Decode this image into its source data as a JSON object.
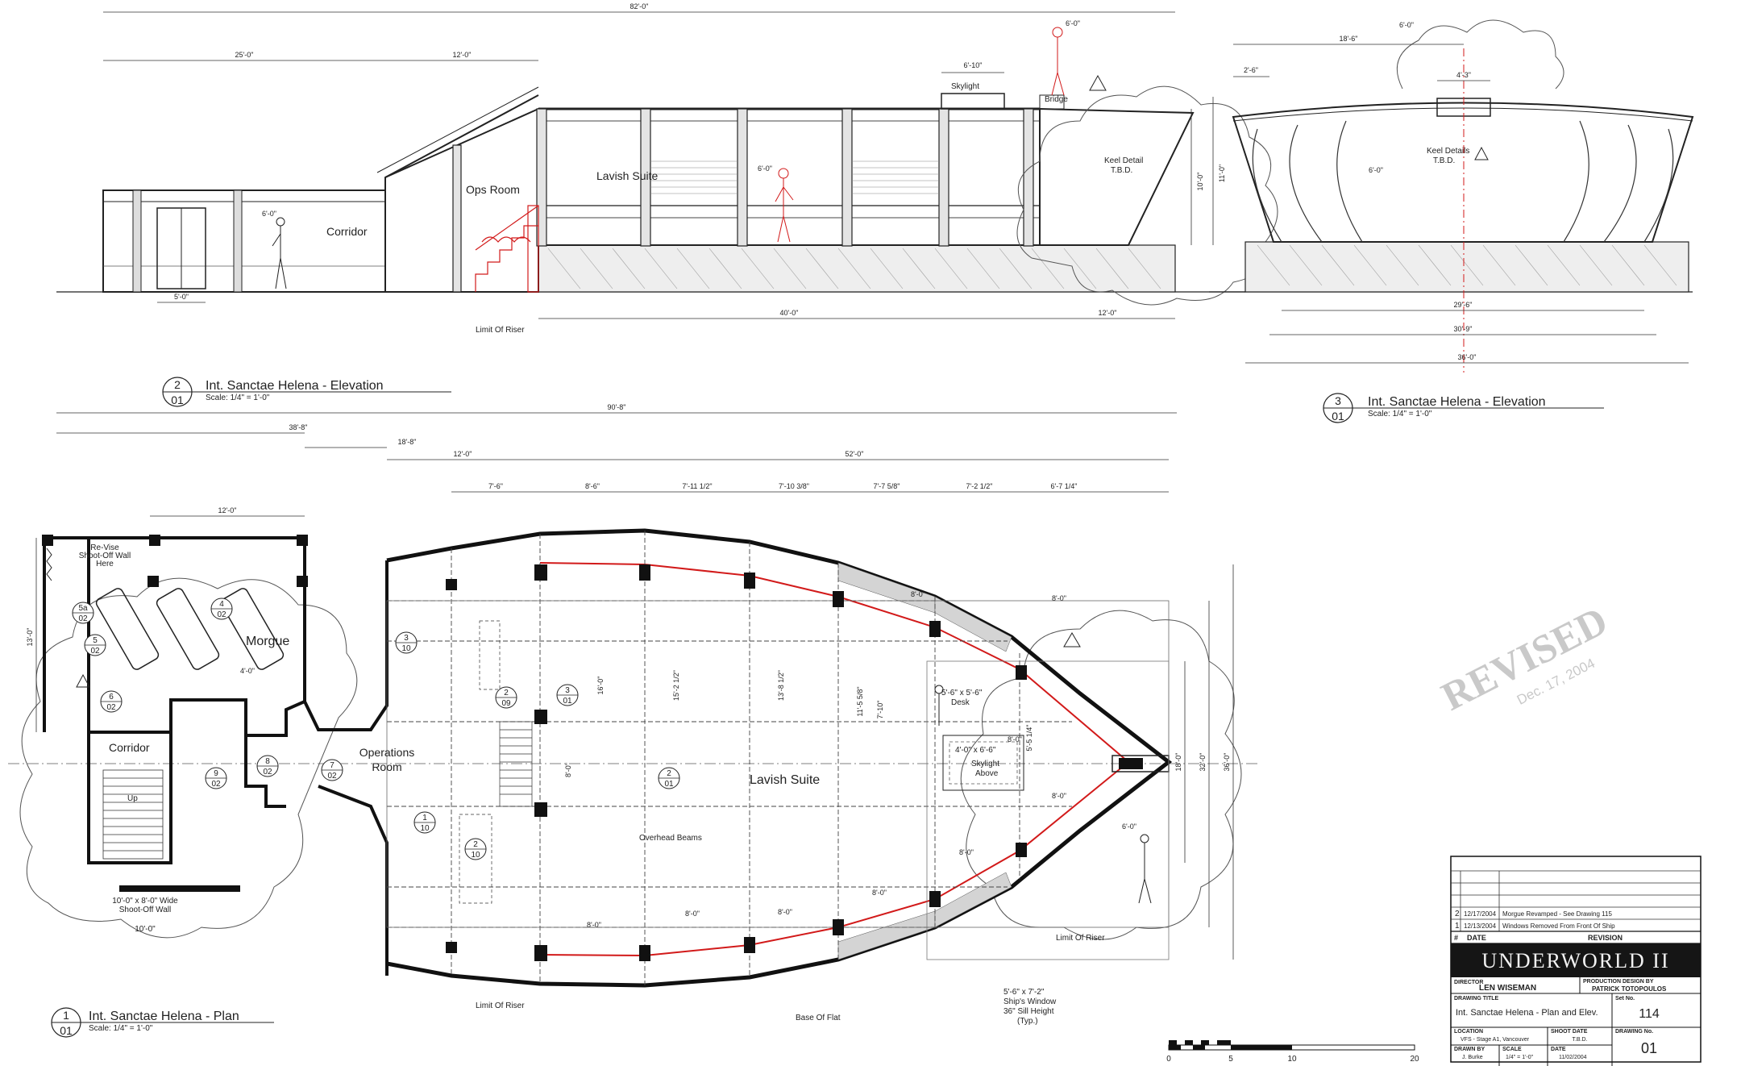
{
  "elevation_main": {
    "view_number": "2",
    "sheet_ref": "01",
    "title": "Int. Sanctae Helena - Elevation",
    "scale": "Scale: 1/4\" = 1'-0\"",
    "labels": {
      "lavish_suite": "Lavish Suite",
      "ops_room": "Ops Room",
      "corridor": "Corridor",
      "keel_detail": "Keel Detail",
      "tbd": "T.B.D.",
      "skylight": "Skylight",
      "bridge": "Bridge",
      "limit_of_riser": "Limit Of Riser"
    },
    "dims": {
      "overall": "82'-0\"",
      "left_span": "25'-0\"",
      "mid_span": "12'-0\"",
      "skylight_w": "6'-10\"",
      "door_w": "5'-0\"",
      "bottom_span": "40'-0\"",
      "right_bottom": "12'-0\"",
      "height_a": "10'-0\"",
      "height_b": "11'-0\"",
      "figure_a": "6'-0\"",
      "figure_b": "6'-0\"",
      "figure_c": "6'-0\""
    }
  },
  "elevation_side": {
    "view_number": "3",
    "sheet_ref": "01",
    "title": "Int. Sanctae Helena - Elevation",
    "scale": "Scale: 1/4\" = 1'-0\"",
    "labels": {
      "keel_details": "Keel Details",
      "tbd": "T.B.D."
    },
    "dims": {
      "top": "18'-6\"",
      "left": "2'-6\"",
      "skylight": "4'-3\"",
      "figure": "6'-0\"",
      "base_a": "29'-6\"",
      "base_b": "30'-9\"",
      "base_c": "36'-0\"",
      "fig_b": "6'-0\""
    }
  },
  "plan": {
    "view_number": "1",
    "sheet_ref": "01",
    "title": "Int. Sanctae Helena - Plan",
    "scale": "Scale: 1/4\" = 1'-0\"",
    "labels": {
      "morgue": "Morgue",
      "corridor": "Corridor",
      "operations": "Operations",
      "room": "Room",
      "lavish_suite": "Lavish Suite",
      "revision_wall_1": "Re-Vise",
      "revision_wall_2": "Shoot-Off Wall",
      "revision_wall_3": "Here",
      "shoot_off_1": "10'-0\" x 8'-0\" Wide",
      "shoot_off_2": "Shoot-Off Wall",
      "shoot_off_dim": "10'-0\"",
      "up": "Up",
      "overhead_beams": "Overhead Beams",
      "limit_of_riser_a": "Limit Of Riser",
      "limit_of_riser_b": "Limit Of Riser",
      "base_of_flat": "Base Of Flat",
      "window_1": "5'-6\" x 7'-2\"",
      "window_2": "Ship's Window",
      "window_3": "36\" Sill Height",
      "window_4": "(Typ.)",
      "skylight_1": "4'-0\" x 6'-6\"",
      "skylight_2": "Skylight",
      "skylight_3": "Above",
      "desk_1": "5'-6\" x 5'-6\"",
      "desk_2": "Desk"
    },
    "dims": {
      "overall": "90'-8\"",
      "a": "38'-8\"",
      "b": "18'-8\"",
      "c": "12'-0\"",
      "d": "52'-0\"",
      "morgue_w": "12'-0\"",
      "left_h": "13'-0\"",
      "right_h_a": "18'-0\"",
      "right_h_b": "32'-0\"",
      "right_h_c": "36'-0\"",
      "bow_w": "8'-0\"",
      "bay_1": "7'-6\"",
      "bay_2": "8'-6\"",
      "bay_3": "7'-11 1/2\"",
      "bay_4": "7'-10 3/8\"",
      "bay_5": "7'-7 5/8\"",
      "bay_6": "7'-2 1/2\"",
      "bay_7": "6'-7 1/4\"",
      "v1": "16'-0\"",
      "v2": "15'-2 1/2\"",
      "v3": "13'-8 1/2\"",
      "v4": "11'-5 5/8\"",
      "v5": "7'-10\"",
      "v6": "5'-5 1/4\"",
      "stair": "8'-0\"",
      "diag_a": "8'-0\"",
      "diag_b": "8'-0\"",
      "diag_c": "8'-0\"",
      "diag_d": "8'-0\"",
      "diag_e": "8'-0\"",
      "diag_f": "8'-0\"",
      "diag_g": "8'-0\"",
      "diag_h": "8'-0\"",
      "wall_a": "4'-0\"",
      "fig": "6'-0\""
    },
    "callouts": [
      {
        "top": "5a",
        "bottom": "02"
      },
      {
        "top": "4",
        "bottom": "02"
      },
      {
        "top": "5",
        "bottom": "02"
      },
      {
        "top": "6",
        "bottom": "02"
      },
      {
        "top": "9",
        "bottom": "02"
      },
      {
        "top": "8",
        "bottom": "02"
      },
      {
        "top": "7",
        "bottom": "02"
      },
      {
        "top": "3",
        "bottom": "10"
      },
      {
        "top": "2",
        "bottom": "09"
      },
      {
        "top": "3",
        "bottom": "01"
      },
      {
        "top": "1",
        "bottom": "10"
      },
      {
        "top": "2",
        "bottom": "10"
      },
      {
        "top": "2",
        "bottom": "01"
      }
    ]
  },
  "stamp": {
    "text": "REVISED",
    "date": "Dec. 17, 2004",
    "color": "#c8c8c8"
  },
  "title_block": {
    "rev_header": {
      "num": "#",
      "date": "DATE",
      "revision": "REVISION"
    },
    "revisions": [
      {
        "num": "2",
        "date": "12/17/2004",
        "desc": "Morgue Revamped - See Drawing 115"
      },
      {
        "num": "1",
        "date": "12/13/2004",
        "desc": "Windows Removed From Front Of Ship"
      }
    ],
    "production": "UNDERWORLD II",
    "director_label": "DIRECTOR",
    "director": "LEN WISEMAN",
    "designer_label": "PRODUCTION DESIGN BY",
    "designer": "PATRICK TOTOPOULOS",
    "drawing_title_label": "DRAWING TITLE",
    "drawing_title": "Int. Sanctae Helena - Plan and Elev.",
    "set_no_label": "Set No.",
    "set_no": "114",
    "location_label": "LOCATION",
    "location": "VFS - Stage A1, Vancouver",
    "shoot_date_label": "SHOOT DATE",
    "shoot_date": "T.B.D.",
    "drawing_no_label": "DRAWING No.",
    "drawing_no": "01",
    "drawn_by_label": "DRAWN BY",
    "drawn_by": "J. Burke",
    "scale_label": "SCALE",
    "scale": "1/4\" = 1'-0\"",
    "date_label": "DATE",
    "date": "11/02/2004"
  },
  "scale_bar": {
    "t0": "0",
    "t5": "5",
    "t10": "10",
    "t20": "20"
  },
  "colors": {
    "ink": "#111111",
    "red": "#d21a1a",
    "title_bg": "#151515",
    "revision_blue": "#2a3fb0"
  }
}
